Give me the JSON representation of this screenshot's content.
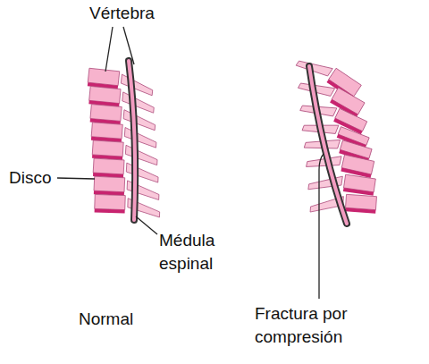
{
  "diagram": {
    "labels": [
      "Vértebra",
      "Disco",
      "Médula espinal",
      "Normal",
      "Fractura por compresión"
    ]
  }
}
